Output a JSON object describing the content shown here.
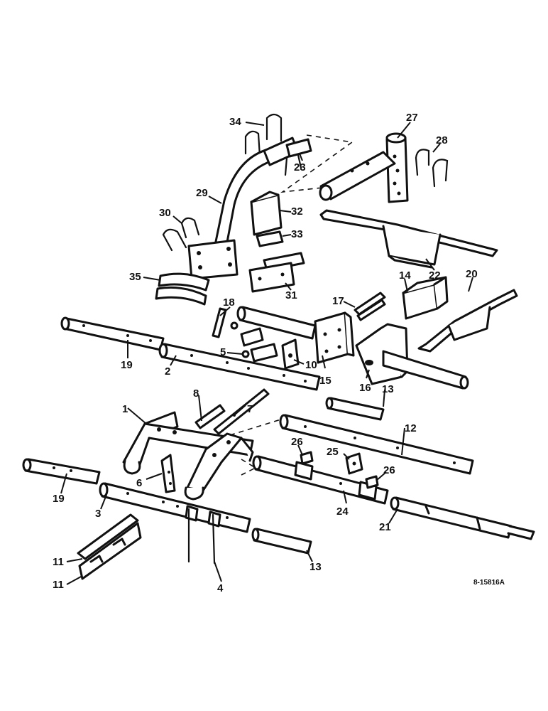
{
  "drawing_ref": "8-15816A",
  "callouts": {
    "c1": "1",
    "c2": "2",
    "c3": "3",
    "c4": "4",
    "c5": "5",
    "c6": "6",
    "c7": "7",
    "c8": "8",
    "c10": "10",
    "c11a": "11",
    "c11b": "11",
    "c12": "12",
    "c13a": "13",
    "c13b": "13",
    "c14": "14",
    "c15": "15",
    "c16": "16",
    "c17": "17",
    "c18": "18",
    "c19a": "19",
    "c19b": "19",
    "c20": "20",
    "c21": "21",
    "c22": "22",
    "c23": "23",
    "c24": "24",
    "c25": "25",
    "c26a": "26",
    "c26b": "26",
    "c27": "27",
    "c28": "28",
    "c29": "29",
    "c30": "30",
    "c31": "31",
    "c32": "32",
    "c33": "33",
    "c34": "34",
    "c35": "35"
  }
}
